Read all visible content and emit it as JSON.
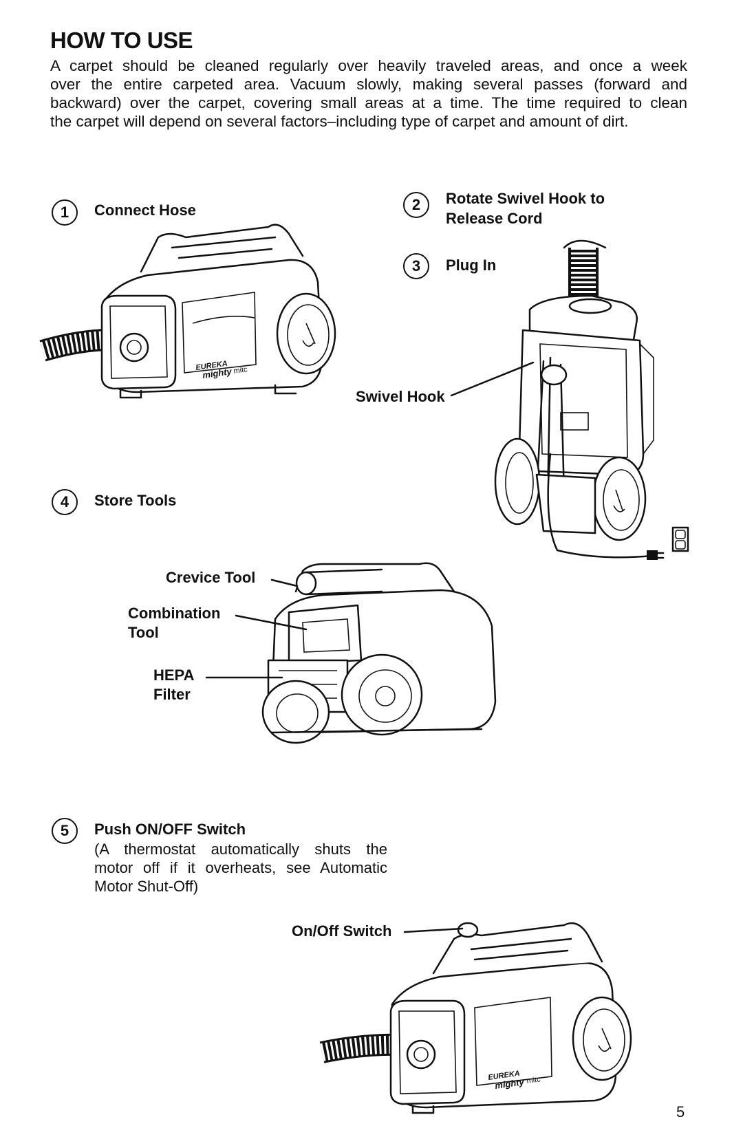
{
  "page": {
    "title": "HOW TO USE",
    "intro_lines": [
      "A carpet should be cleaned regularly over heavily traveled areas, and once a week",
      "over the entire carpeted area. Vacuum slowly, making several passes (forward and",
      "backward) over the carpet, covering small areas at a time. The time required to clean",
      "the carpet will depend on several factors–including type of carpet and amount of dirt."
    ],
    "page_number": "5"
  },
  "steps": [
    {
      "number": "1",
      "label": "Connect Hose"
    },
    {
      "number": "2",
      "label_line1": "Rotate  Swivel Hook to",
      "label_line2": "Release Cord"
    },
    {
      "number": "3",
      "label": "Plug In"
    },
    {
      "number": "4",
      "label": "Store Tools"
    },
    {
      "number": "5",
      "label": "Push ON/OFF Switch",
      "note_lines": [
        "(A thermostat automatically shuts the",
        "motor off if it overheats, see Automatic",
        "Motor Shut-Off)"
      ]
    }
  ],
  "callouts": {
    "swivel_hook": "Swivel Hook",
    "crevice_tool": "Crevice Tool",
    "combination_tool_line1": "Combination",
    "combination_tool_line2": "Tool",
    "hepa_line1": "HEPA",
    "hepa_line2": "Filter",
    "on_off_switch": "On/Off Switch"
  },
  "illustrations": {
    "brand_text": "EUREKA",
    "model_text": "mighty",
    "model_suffix": "mitc"
  }
}
